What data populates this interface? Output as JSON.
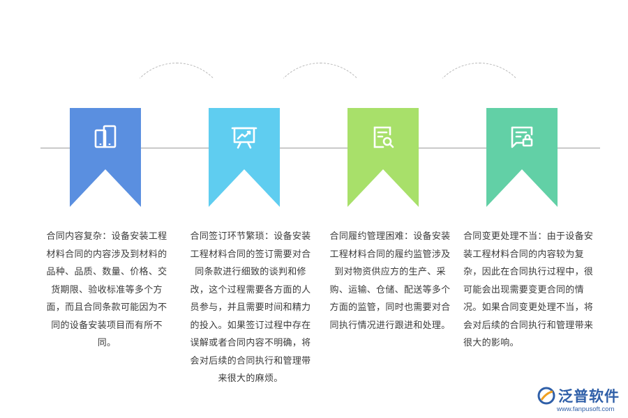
{
  "colors": {
    "step1": "#5a8fe0",
    "step2": "#5fcdf0",
    "step3": "#a8e06a",
    "step4": "#62d0a6",
    "line": "#9a9a9a",
    "arc": "#b5b5b5",
    "brand": "#2f5fa8",
    "brand_accent": "#f0a020"
  },
  "steps": [
    {
      "icon": "tablet-devices-icon",
      "text": "合同内容复杂：设备安装工程材料合同的内容涉及到材料的品种、品质、数量、价格、交货期限、验收标准等多个方面，而且合同条款可能因为不同的设备安装项目而有所不同。"
    },
    {
      "icon": "presentation-chart-icon",
      "text": "合同签订环节繁琐：设备安装工程材料合同的签订需要对合同条款进行细致的谈判和修改，这个过程需要各方面的人员参与，并且需要时间和精力的投入。如果签订过程中存在误解或者合同内容不明确，将会对后续的合同执行和管理带来很大的麻烦。"
    },
    {
      "icon": "document-search-icon",
      "text": "合同履约管理困难：设备安装工程材料合同的履约监管涉及到对物资供应方的生产、采购、运输、仓储、配送等多个方面的监管，同时也需要对合同执行情况进行跟进和处理。"
    },
    {
      "icon": "message-lock-icon",
      "text": "合同变更处理不当：由于设备安装工程材料合同的内容较为复杂，因此在合同执行过程中，很可能会出现需要变更合同的情况。如果合同变更处理不当，将会对后续的合同执行和管理带来很大的影响。"
    }
  ],
  "logo": {
    "name": "泛普软件",
    "url": "www.fanpusoft.com"
  }
}
